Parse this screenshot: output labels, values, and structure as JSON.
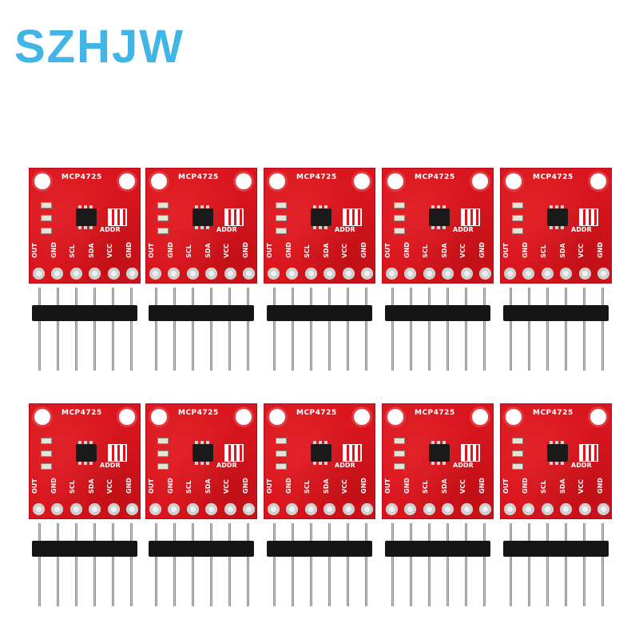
{
  "brand": {
    "text": "SZHJW",
    "color": "#41b6e6"
  },
  "board": {
    "chip_label": "MCP4725",
    "addr_label": "ADDR",
    "pin_labels": [
      "OUT",
      "GND",
      "SCL",
      "SDA",
      "VCC",
      "GND"
    ],
    "board_color": "#d9151e"
  },
  "module_count": 10
}
